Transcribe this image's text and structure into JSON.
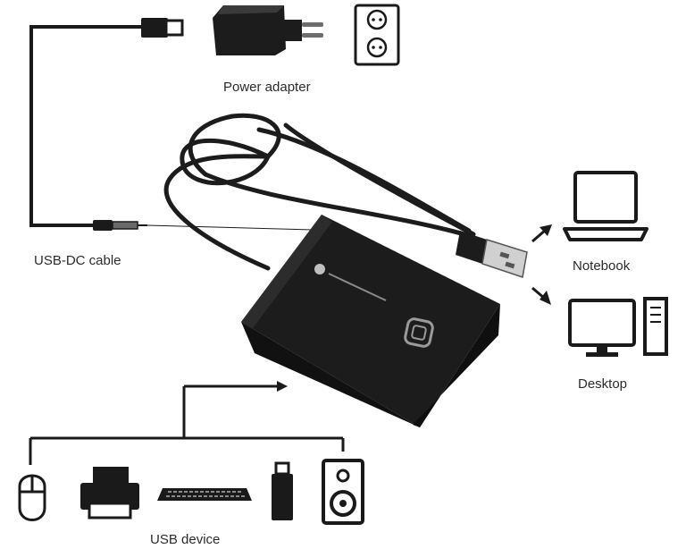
{
  "labels": {
    "power_adapter": "Power adapter",
    "usb_dc_cable": "USB-DC cable",
    "notebook": "Notebook",
    "desktop": "Desktop",
    "usb_device": "USB device"
  },
  "colors": {
    "line": "#1a1a1a",
    "hub_body": "#1c1c1c",
    "hub_edge": "#2e2e2e",
    "metal": "#c8c8c8",
    "text": "#2b2b2b"
  },
  "icons": [
    "power-adapter-icon",
    "wall-socket-icon",
    "usb-dc-cable-icon",
    "usb-hub-icon",
    "notebook-icon",
    "desktop-icon",
    "mouse-icon",
    "printer-icon",
    "keyboard-icon",
    "usb-stick-icon",
    "speaker-icon"
  ]
}
